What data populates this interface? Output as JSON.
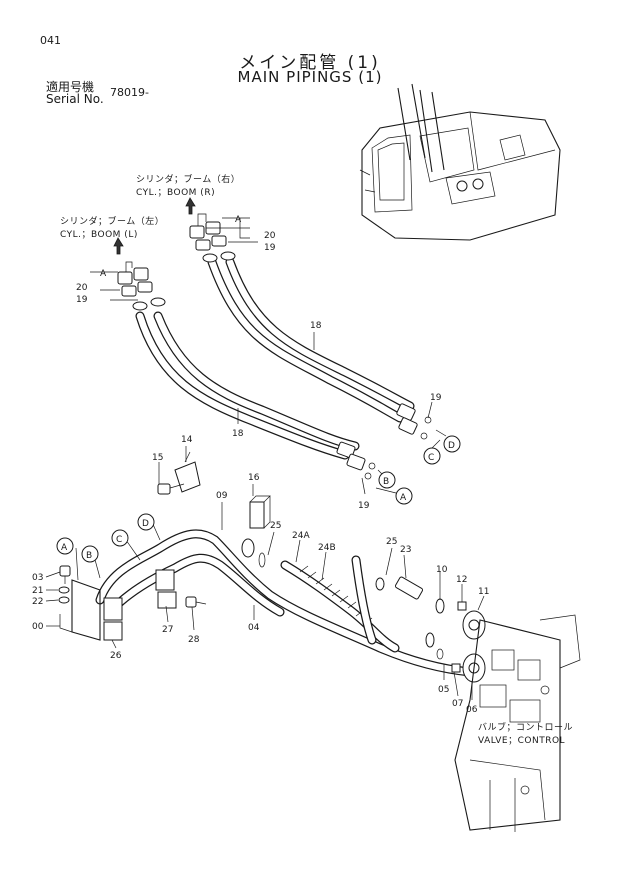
{
  "header": {
    "page_number": "041",
    "title_jp": "メイン配管 (1)",
    "title_en": "MAIN PIPINGS (1)",
    "serial_label_jp": "適用号機",
    "serial_label_en": "Serial No.",
    "serial_value": "78019-"
  },
  "captions": {
    "boom_r_jp": "シリンダ；ブーム（右）",
    "boom_r_en": "CYL.；BOOM (R)",
    "boom_l_jp": "シリンダ；ブーム（左）",
    "boom_l_en": "CYL.；BOOM (L)",
    "valve_jp": "バルブ；コントロール",
    "valve_en": "VALVE；CONTROL"
  },
  "callouts": {
    "A": "A",
    "B": "B",
    "C": "C",
    "D": "D"
  },
  "part_numbers": {
    "p20a": "20",
    "p19a": "19",
    "p20b": "20",
    "p19b": "19",
    "p18a": "18",
    "p18b": "18",
    "p19c": "19",
    "p19d": "19",
    "p14": "14",
    "p15": "15",
    "p16": "16",
    "p09": "09",
    "p25a": "25",
    "p24A": "24A",
    "p24B": "24B",
    "p25b": "25",
    "p23": "23",
    "p10": "10",
    "p12": "12",
    "p11": "11",
    "p03": "03",
    "p21": "21",
    "p22": "22",
    "p00": "00",
    "p26": "26",
    "p27": "27",
    "p28": "28",
    "p04": "04",
    "p05": "05",
    "p07": "07",
    "p06": "06"
  }
}
